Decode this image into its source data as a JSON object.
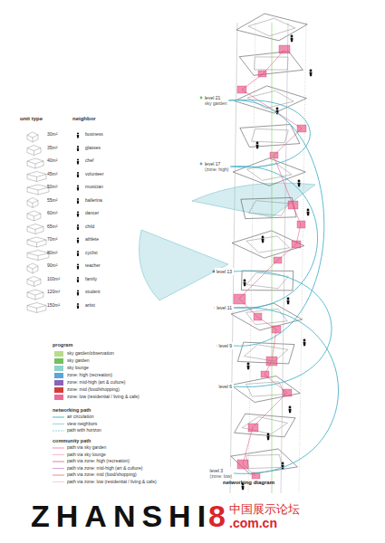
{
  "diagram": {
    "title": "networking diagram",
    "nodes": [
      {
        "text": [
          "level 21",
          "sky garden"
        ]
      },
      {
        "text": [
          "level 17",
          "(zone: high)"
        ]
      },
      {
        "text": [
          "level 13"
        ]
      },
      {
        "text": [
          "level 11"
        ]
      },
      {
        "text": [
          "level 9"
        ]
      },
      {
        "text": [
          "level 6"
        ]
      },
      {
        "text": [
          "level 3",
          "(zone: low)"
        ]
      }
    ],
    "edges": [
      {
        "from": 0,
        "to": 1,
        "arrow": "none"
      },
      {
        "from": 1,
        "to": 3,
        "arrow": "none"
      },
      {
        "from": 0,
        "to": 4,
        "arrow": "none"
      },
      {
        "from": 2,
        "to": 5,
        "arrow": "none"
      },
      {
        "from": 3,
        "to": 6,
        "arrow": "none"
      }
    ],
    "labels": [
      "unit type",
      "neighbor",
      "30m²",
      "35m²",
      "40m²",
      "45m²",
      "50m²",
      "55m²",
      "60m²",
      "65m²",
      "70m²",
      "80m²",
      "90m²",
      "100m²",
      "120m²",
      "150m²",
      "business",
      "glasses",
      "chef",
      "volunteer",
      "musician",
      "ballerina",
      "dancer",
      "child",
      "athlete",
      "cyclist",
      "teacher",
      "family",
      "student",
      "artist",
      "program",
      "networking path",
      "community path",
      "ZHANSHI",
      "8",
      "中国展示论坛",
      ".com.cn"
    ],
    "legend": [
      {
        "text": "sky garden/observation",
        "color": "#b9dc8c"
      },
      {
        "text": "sky garden",
        "color": "#74c061"
      },
      {
        "text": "sky lounge",
        "color": "#8fd3cd"
      },
      {
        "text": "zone: high (recreation)",
        "color": "#5aa6d6"
      },
      {
        "text": "zone: mid-high (art & culture)",
        "color": "#8b62b6"
      },
      {
        "text": "zone: mid (food/shopping)",
        "color": "#d63c3c"
      },
      {
        "text": "zone: low (residential / living & cafe)",
        "color": "#ea6a98"
      },
      {
        "text": "air circulation"
      },
      {
        "text": "view neighbors"
      },
      {
        "text": "path with horizon"
      },
      {
        "text": "path via sky garden"
      },
      {
        "text": "path via sky lounge"
      },
      {
        "text": "path via zone: high (recreation)"
      },
      {
        "text": "path via zone: mid-high (art & culture)"
      },
      {
        "text": "path via zone: mid (food/shopping)"
      },
      {
        "text": "path via zone: low (residential / living & cafe)"
      }
    ]
  }
}
